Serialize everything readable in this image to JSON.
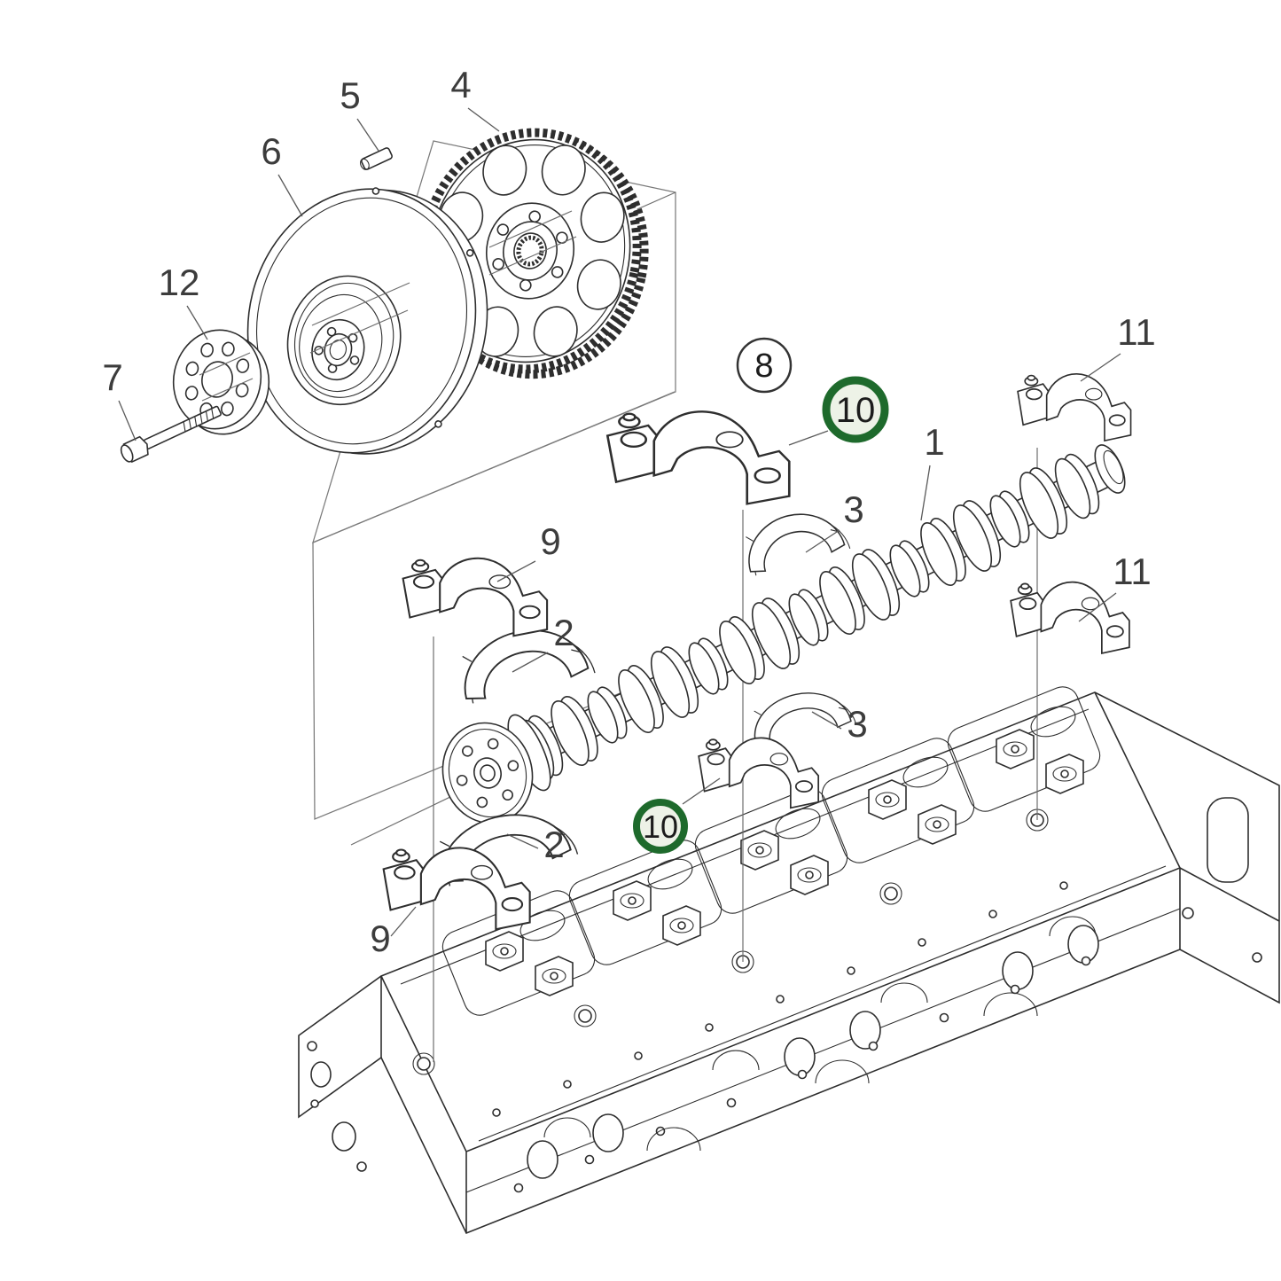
{
  "diagram": {
    "type": "exploded-parts-diagram",
    "subject": "camshaft-and-flywheel-assembly",
    "background": "#ffffff",
    "colors": {
      "line_art": "#2e2e2e",
      "frame_line": "#7a7a7a",
      "leader_line": "#5a5a5a",
      "label_text": "#3c3c3c",
      "highlight_ring": "#1e6a2c",
      "highlight_fill": "#edf2e7",
      "plain_ring": "#333333"
    },
    "callouts": {
      "labels": [
        {
          "text": "4"
        },
        {
          "text": "5"
        },
        {
          "text": "6"
        },
        {
          "text": "12"
        },
        {
          "text": "7"
        },
        {
          "text": "9"
        },
        {
          "text": "2"
        },
        {
          "text": "1"
        },
        {
          "text": "3"
        },
        {
          "text": "11"
        },
        {
          "text": "11"
        },
        {
          "text": "3"
        },
        {
          "text": "2"
        },
        {
          "text": "9"
        }
      ],
      "circled": [
        {
          "text": "8",
          "style": "plain"
        },
        {
          "text": "10",
          "style": "highlight"
        },
        {
          "text": "10",
          "style": "highlight"
        }
      ]
    }
  }
}
